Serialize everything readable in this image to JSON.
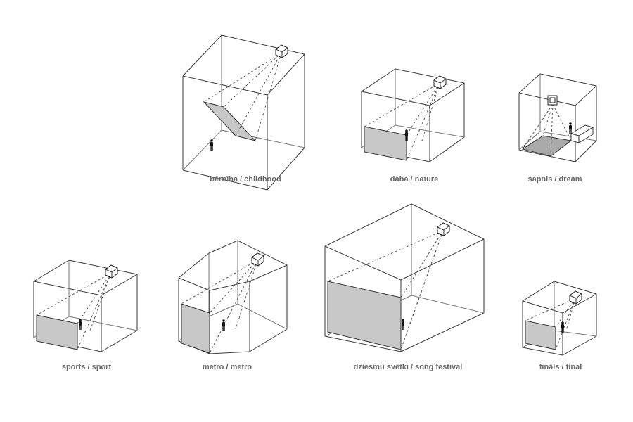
{
  "scenes": [
    {
      "id": "childhood",
      "label": "bērnība / childhood"
    },
    {
      "id": "nature",
      "label": "daba / nature"
    },
    {
      "id": "dream",
      "label": "sapnis / dream"
    },
    {
      "id": "sport",
      "label": "sports / sport"
    },
    {
      "id": "metro",
      "label": "metro / metro"
    },
    {
      "id": "song-festival",
      "label": "dziesmu svētki / song festival"
    },
    {
      "id": "final",
      "label": "fināls / final"
    }
  ]
}
